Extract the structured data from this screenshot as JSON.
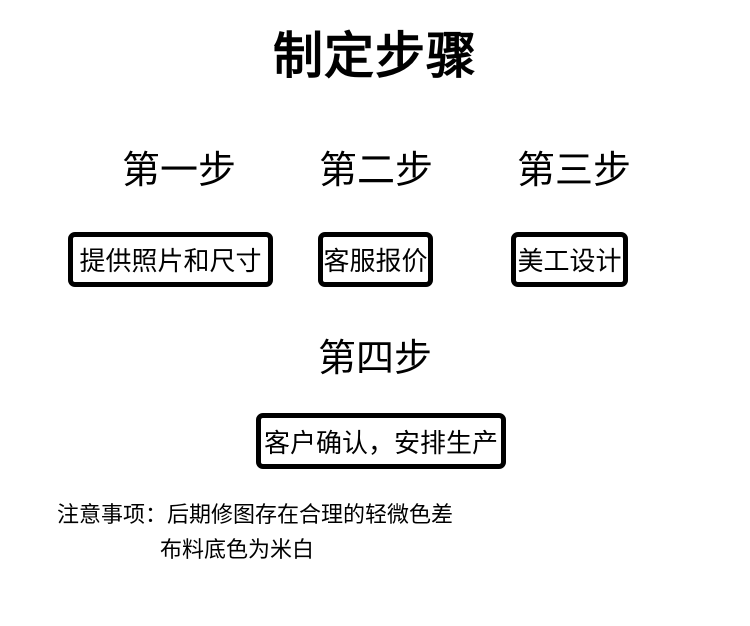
{
  "page": {
    "title": "制定步骤",
    "steps": [
      {
        "label": "第一步",
        "box": "提供照片和尺寸"
      },
      {
        "label": "第二步",
        "box": "客服报价"
      },
      {
        "label": "第三步",
        "box": "美工设计"
      },
      {
        "label": "第四步",
        "box": "客户确认，安排生产"
      }
    ],
    "notes": {
      "line1": "注意事项：后期修图存在合理的轻微色差",
      "line2": "布料底色为米白"
    },
    "colors": {
      "background": "#ffffff",
      "text": "#000000",
      "box_border": "#000000"
    }
  }
}
